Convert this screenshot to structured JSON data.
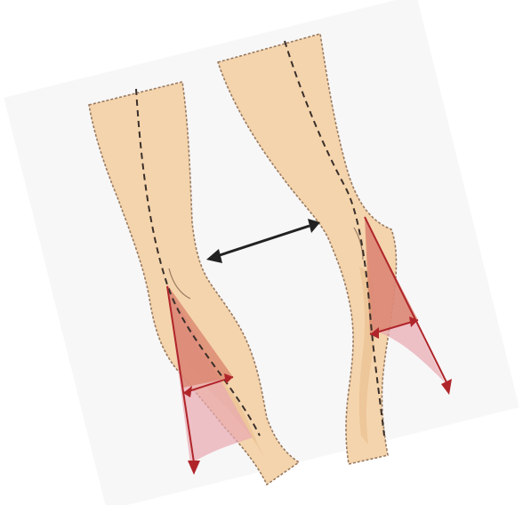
{
  "figure": {
    "subject": "legs-knee-alignment-diagram",
    "legs": [
      {
        "side": "left",
        "icon": "leg-illustration"
      },
      {
        "side": "right",
        "icon": "leg-illustration"
      }
    ],
    "markers": {
      "axis_line": "dashed-axis",
      "angle_arrow": "red-arrow",
      "width_arrow": "double-headed-arrow"
    },
    "colors": {
      "paper": "#f7f7f7",
      "skin": "#f4d4ac",
      "skin_shadow": "#e8b98a",
      "outline": "#9a7a60",
      "axis": "#3a2f2a",
      "arrow_red": "#b0252a",
      "wedge": "#d9826a",
      "wedge_light": "#e8a8b0",
      "double_arrow": "#222222"
    }
  }
}
